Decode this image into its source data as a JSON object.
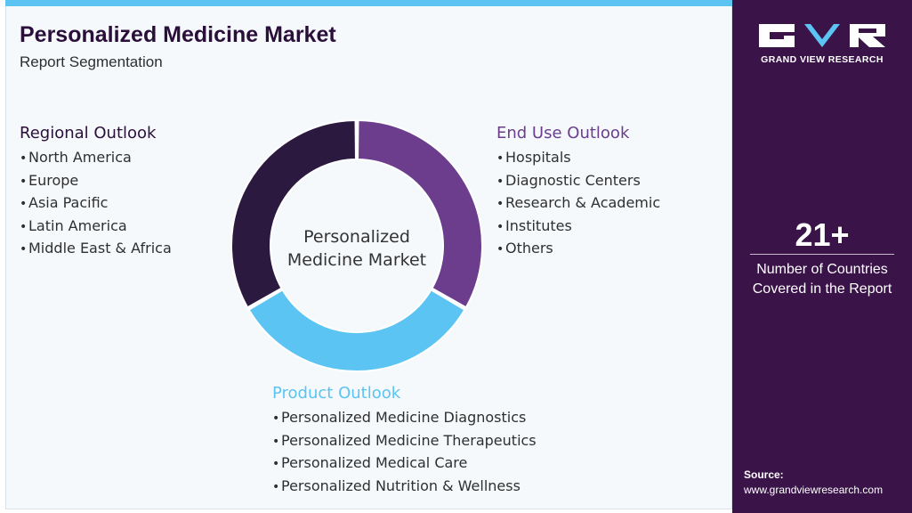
{
  "header": {
    "title": "Personalized Medicine Market",
    "subtitle": "Report Segmentation"
  },
  "segments": {
    "regional": {
      "title": "Regional Outlook",
      "items": [
        "North America",
        "Europe",
        "Asia Pacific",
        "Latin America",
        "Middle East & Africa"
      ]
    },
    "end_use": {
      "title": "End Use Outlook",
      "items": [
        "Hospitals",
        "Diagnostic Centers",
        "Research & Academic",
        "Institutes",
        "Others"
      ]
    },
    "product": {
      "title": "Product Outlook",
      "items": [
        "Personalized Medicine Diagnostics",
        "Personalized Medicine Therapeutics",
        "Personalized Medical Care",
        "Personalized Nutrition & Wellness"
      ]
    }
  },
  "donut": {
    "center_line1": "Personalized",
    "center_line2": "Medicine Market",
    "segments": [
      {
        "segment": "End Use Outlook",
        "start_deg": 0,
        "end_deg": 120,
        "color": "#6b3d8c"
      },
      {
        "segment": "Product Outlook",
        "start_deg": 120,
        "end_deg": 240,
        "color": "#5bc4f2"
      },
      {
        "segment": "Regional Outlook",
        "start_deg": 240,
        "end_deg": 360,
        "color": "#2b1940"
      }
    ]
  },
  "sidebar": {
    "brand": "GRAND VIEW RESEARCH",
    "stat_value": "21+",
    "stat_line1": "Number of Countries",
    "stat_line2": "Covered in the Report",
    "source_label": "Source:",
    "source_url": "www.grandviewresearch.com"
  },
  "colors": {
    "sidebar_bg": "#3a1349",
    "accent_light_blue": "#5bc4f2",
    "accent_purple": "#6b3d8c",
    "dark_plum": "#2b1940"
  }
}
